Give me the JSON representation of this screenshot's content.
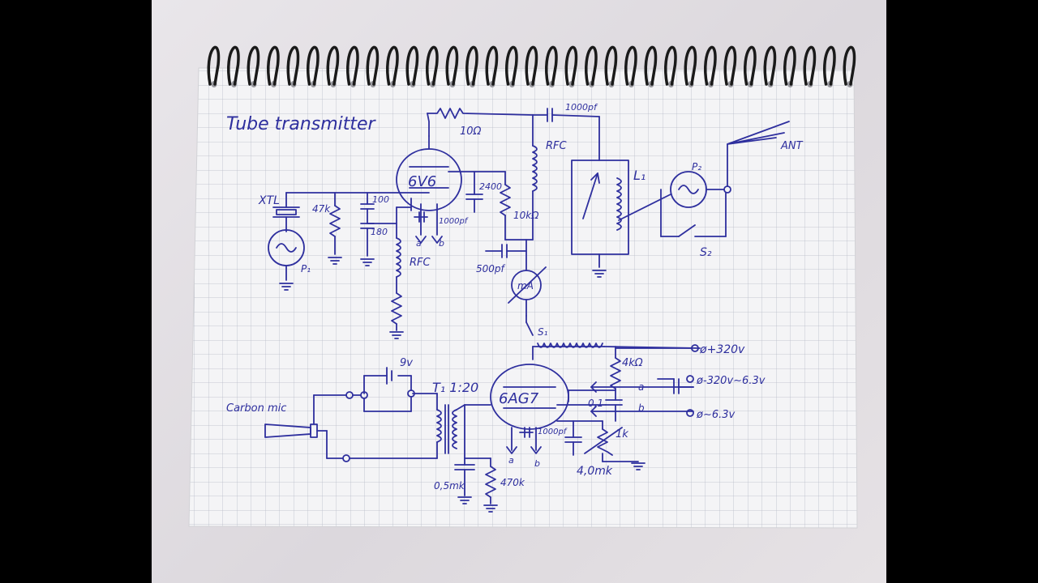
{
  "title": "Tube transmitter",
  "colors": {
    "ink": "#2e2f9e",
    "paper": "#f4f4f6",
    "grid": "#b8bcc8",
    "ring": "#1a1a1a",
    "backdrop": "#000000"
  },
  "components": {
    "tube_6v6": "6V6",
    "tube_6ag7": "6AG7",
    "crystal": "XTL",
    "r_47k": "47k",
    "c_100": "100",
    "c_180": "180",
    "rfc_grid": "RFC",
    "r_10ohm": "10Ω",
    "c_1000pf_top": "1000pf",
    "rfc_plate": "RFC",
    "c_2400": "2400",
    "r_10k": "10kΩ",
    "c_1000pf_mid": "1000pf",
    "heater_a_top": "a",
    "heater_b_top": "b",
    "c_500pf": "500pf",
    "meter": "mA",
    "coil_l1": "L₁",
    "lamp_p2": "P₂",
    "antenna": "ANT",
    "switch_s2": "S₂",
    "lamp_p1": "P₁",
    "switch_s1": "S₁",
    "r_4k": "4kΩ",
    "supply_plus": "ø+320v",
    "supply_minus": "ø-320v∼6.3v",
    "supply_heater": "ø∼6.3v",
    "label_a": "a",
    "label_b": "b",
    "c_01": "0,1",
    "r_1k": "1k",
    "c_40mk": "4,0mk",
    "c_1000pf_bot": "1000pf",
    "heater_a_bot": "a",
    "heater_b_bot": "b",
    "transformer": "T₁ 1:20",
    "battery": "9v",
    "carbon_mic": "Carbon mic",
    "c_05mk": "0,5mk",
    "r_470k": "470k"
  }
}
